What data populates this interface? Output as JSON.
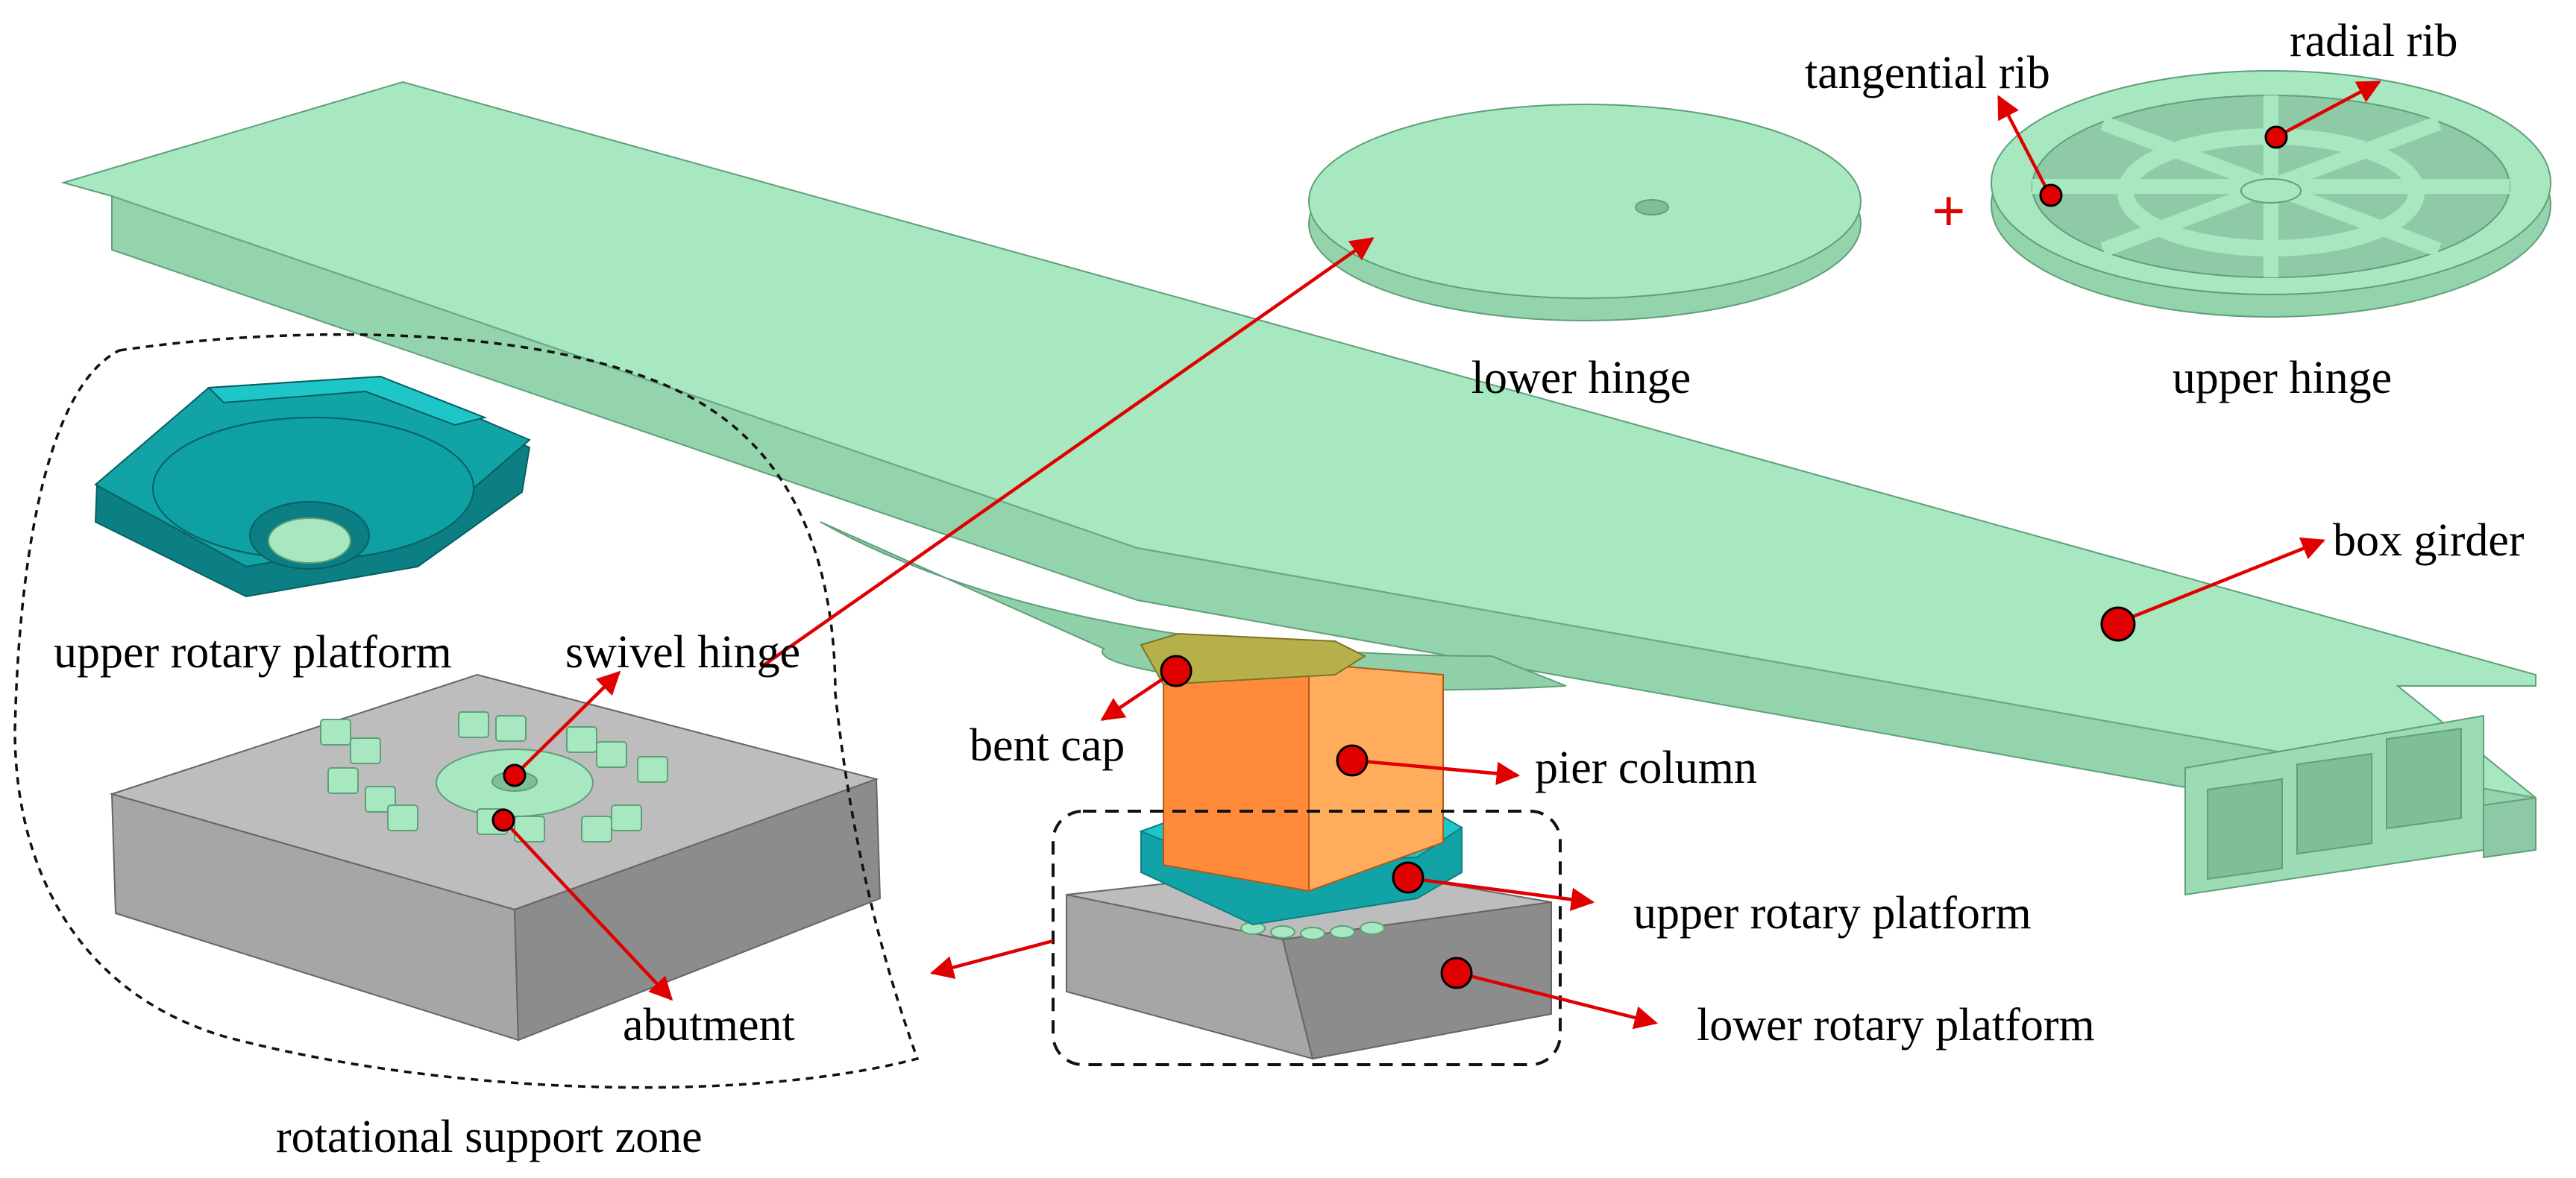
{
  "labels": {
    "tangential_rib": "tangential rib",
    "radial_rib": "radial rib",
    "plus_sign": "+",
    "lower_hinge": "lower hinge",
    "upper_hinge": "upper hinge",
    "box_girder": "box girder",
    "upper_rotary_platform_inset": "upper rotary platform",
    "swivel_hinge": "swivel hinge",
    "bent_cap": "bent cap",
    "pier_column": "pier column",
    "upper_rotary_platform": "upper rotary platform",
    "lower_rotary_platform": "lower rotary platform",
    "abutment": "abutment",
    "rotational_support_zone": "rotational support zone"
  },
  "colors": {
    "girder_top": "#a7e8c0",
    "girder_side": "#93d4ac",
    "girder_dark": "#7fbf98",
    "teal_top": "#1ec6c8",
    "teal_side": "#12a3a6",
    "teal_dark": "#0b7f83",
    "orange_front": "#ff8a3a",
    "orange_side": "#ffad5c",
    "olive_cap": "#b5b04a",
    "gray_top": "#bdbdbd",
    "gray_front": "#a6a6a6",
    "gray_side": "#8c8c8c",
    "annotation_red": "#e00000"
  }
}
